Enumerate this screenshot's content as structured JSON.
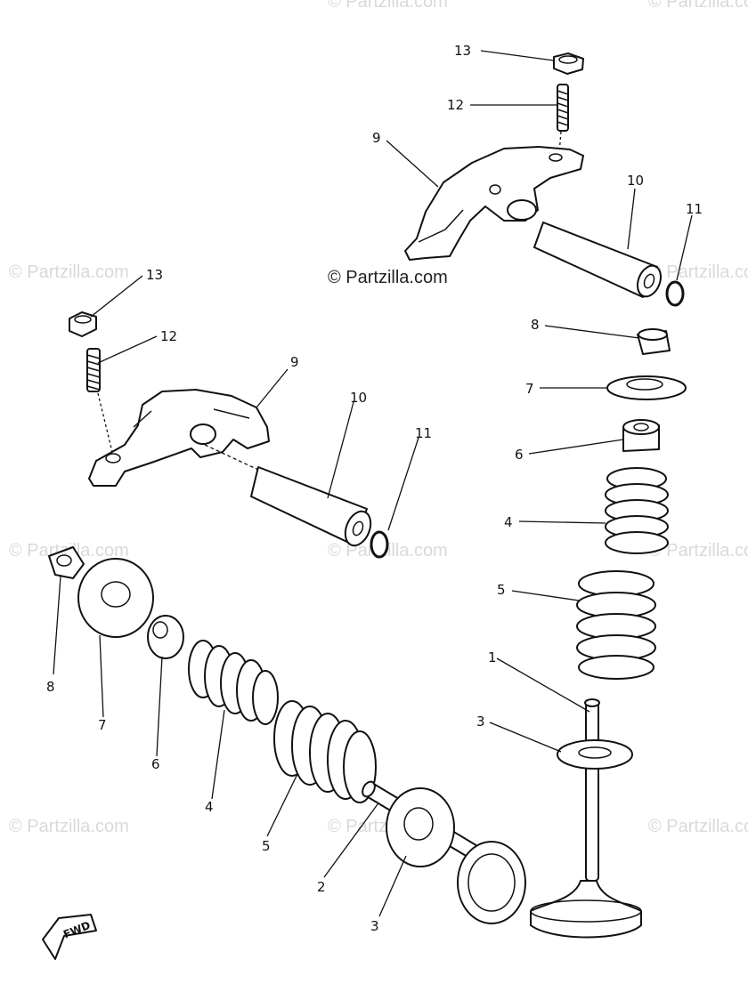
{
  "watermark": {
    "main": "© Partzilla.com",
    "faint": "© Partzilla.com"
  },
  "fwd_badge": "FWD",
  "colors": {
    "ink": "#111111",
    "watermark": "#d9d9d9",
    "background": "#ffffff"
  },
  "callouts": {
    "upper_right": [
      "13",
      "12",
      "9",
      "10",
      "11",
      "8",
      "7",
      "6",
      "4",
      "5",
      "1",
      "3"
    ],
    "left": [
      "13",
      "12",
      "9",
      "10",
      "11",
      "8",
      "7",
      "6",
      "4",
      "5",
      "2",
      "3"
    ]
  }
}
